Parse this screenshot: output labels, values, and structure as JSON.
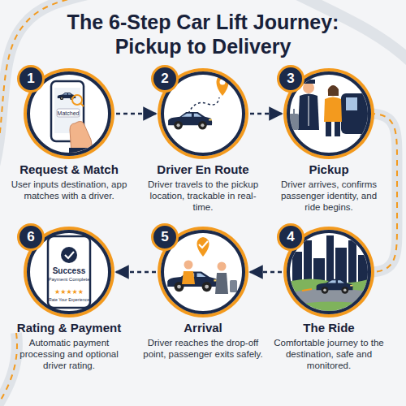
{
  "diagram": {
    "title": "The 6-Step Car Lift Journey: Pickup to Delivery",
    "nodes": [
      {
        "text": [
          "1",
          "Request & Match",
          "User inputs destination, app matches with a driver."
        ]
      },
      {
        "text": [
          "2",
          "Driver En Route",
          "Driver travels to the pickup location, trackable in real-time."
        ]
      },
      {
        "text": [
          "3",
          "Pickup",
          "Driver arrives, confirms passenger identity, and ride begins."
        ]
      },
      {
        "text": [
          "4",
          "The Ride",
          "Comfortable journey to the destination, safe and monitored."
        ]
      },
      {
        "text": [
          "5",
          "Arrival",
          "Driver reaches the drop-off point, passenger exits safely."
        ]
      },
      {
        "text": [
          "6",
          "Rating & Payment",
          "Automatic payment processing and optional driver rating."
        ]
      }
    ],
    "edges": [
      {
        "from": 0,
        "to": 1,
        "arrow": "to"
      },
      {
        "from": 1,
        "to": 2,
        "arrow": "to"
      },
      {
        "from": 2,
        "to": 3,
        "arrow": "none"
      },
      {
        "from": 3,
        "to": 4,
        "arrow": "to"
      },
      {
        "from": 4,
        "to": 5,
        "arrow": "to"
      }
    ],
    "labels": [
      "Matched",
      "Success",
      "Payment Complete",
      "Rate Your Experience"
    ]
  }
}
